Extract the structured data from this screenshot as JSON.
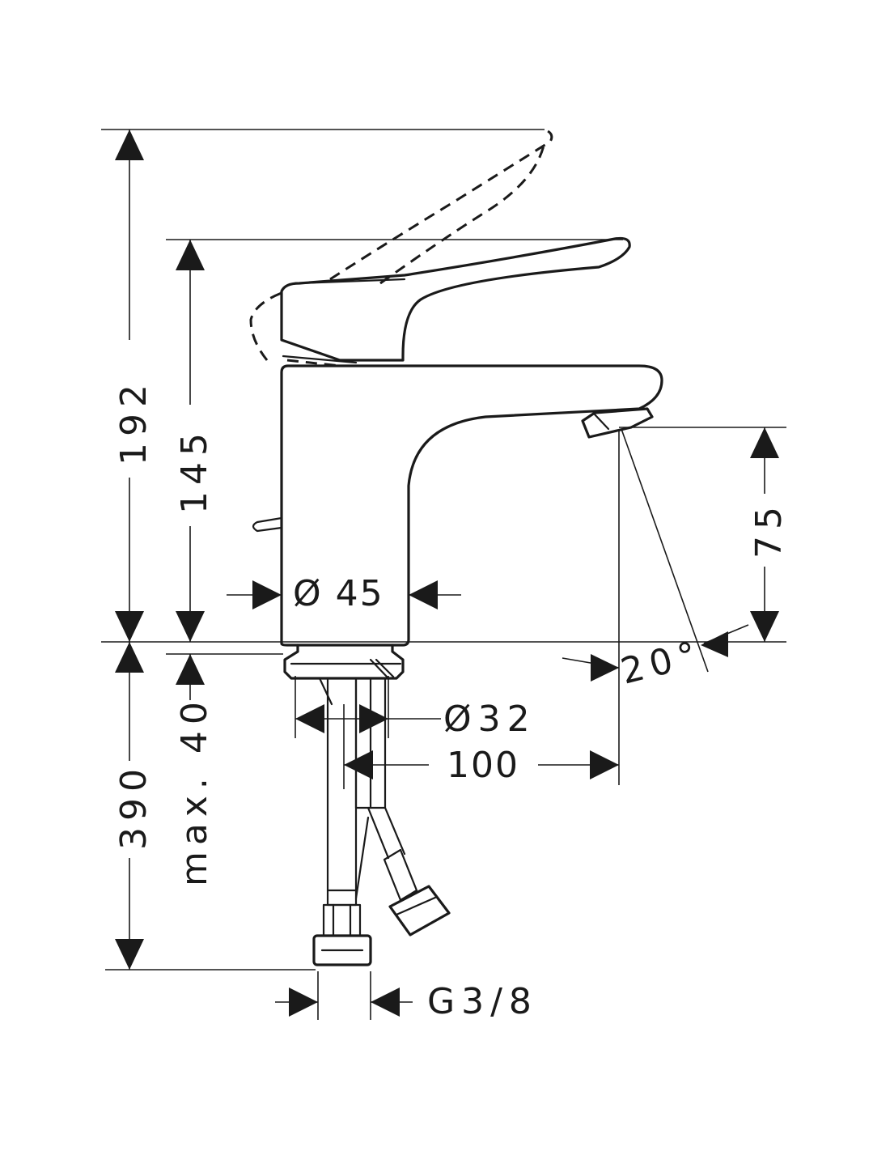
{
  "dimensions": {
    "total_height": "192",
    "lever_height": "145",
    "spout_height": "75",
    "body_diameter": "Ø 45",
    "below_depth": "390",
    "max_thickness": "max. 40",
    "hole_diameter": "Ø32",
    "projection": "100",
    "swivel_angle": "20°",
    "connection": "G3/8"
  }
}
